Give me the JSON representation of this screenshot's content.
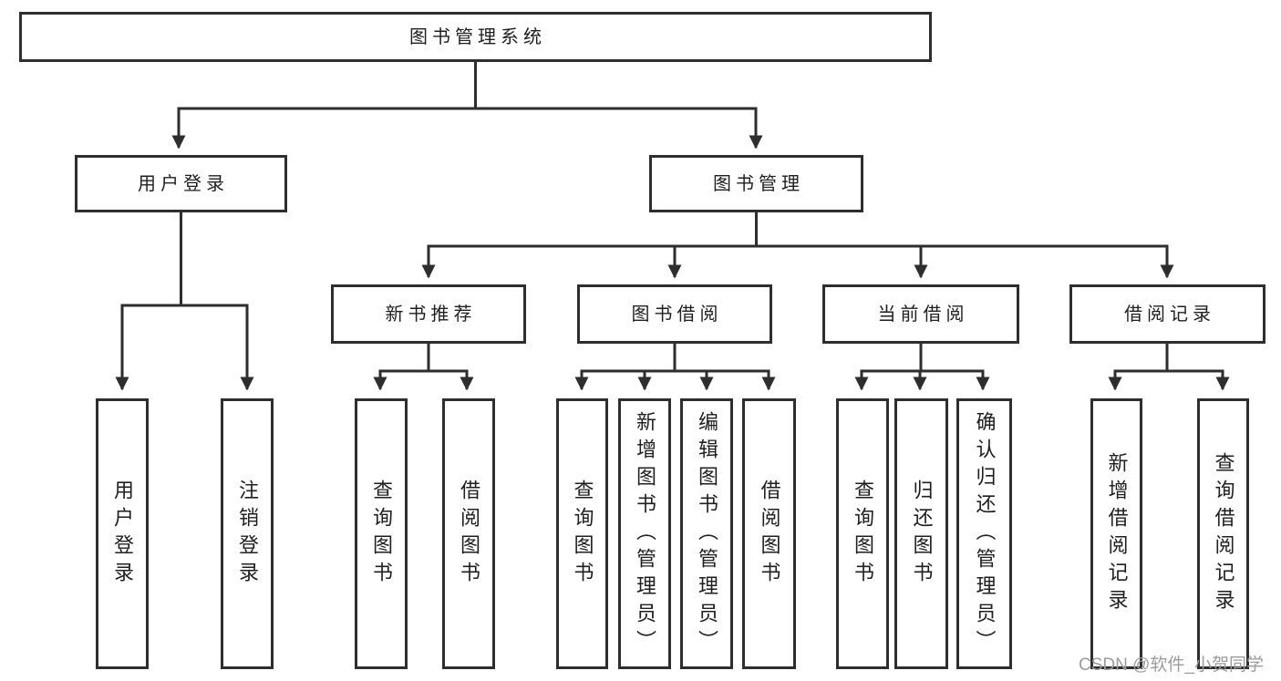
{
  "colors": {
    "line": "#2e2e2e",
    "box_border": "#2e2e2e",
    "text": "#1f1f1f",
    "background": "#ffffff",
    "watermark": "#9c9c9c"
  },
  "tree": {
    "label": "图书管理系统",
    "children": [
      {
        "label": "用户登录",
        "children": [
          {
            "label": "用户登录"
          },
          {
            "label": "注销登录"
          }
        ]
      },
      {
        "label": "图书管理",
        "children": [
          {
            "label": "新书推荐",
            "children": [
              {
                "label": "查询图书"
              },
              {
                "label": "借阅图书"
              }
            ]
          },
          {
            "label": "图书借阅",
            "children": [
              {
                "label": "查询图书"
              },
              {
                "label": "新增图书（管理员）"
              },
              {
                "label": "编辑图书（管理员）"
              },
              {
                "label": "借阅图书"
              }
            ]
          },
          {
            "label": "当前借阅",
            "children": [
              {
                "label": "查询图书"
              },
              {
                "label": "归还图书"
              },
              {
                "label": "确认归还（管理员）"
              }
            ]
          },
          {
            "label": "借阅记录",
            "children": [
              {
                "label": "新增借阅记录"
              },
              {
                "label": "查询借阅记录"
              }
            ]
          }
        ]
      }
    ]
  },
  "watermark": "CSDN @软件_小贺同学"
}
